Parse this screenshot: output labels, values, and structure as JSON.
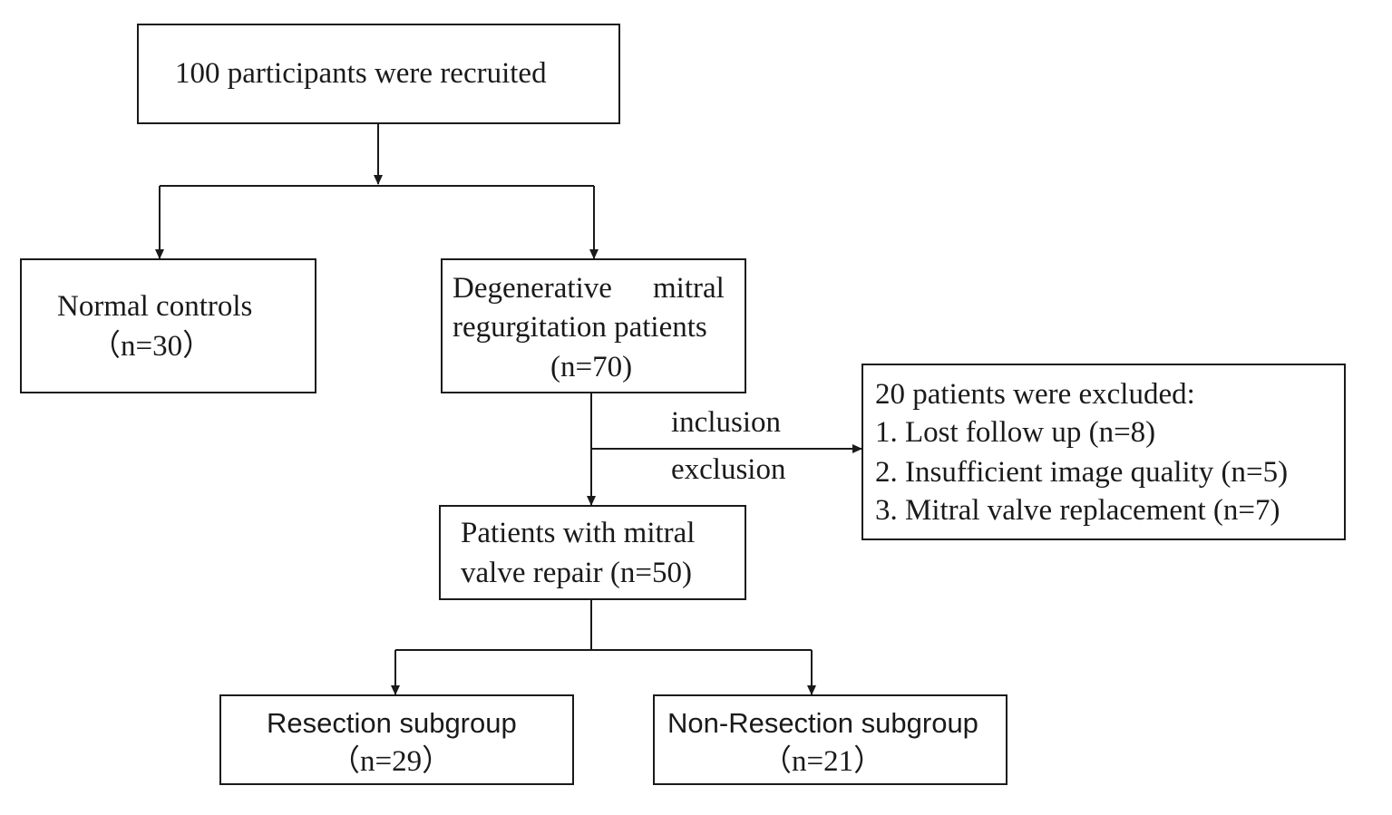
{
  "diagram": {
    "recruited": {
      "text": "100 participants were recruited"
    },
    "controls": {
      "line1": "Normal controls",
      "line2": "（n=30）"
    },
    "dmr": {
      "line1a": "Degenerative",
      "line1b": "mitral",
      "line2": "regurgitation patients",
      "line3": "(n=70)"
    },
    "excluded": {
      "title": "20 patients were excluded:",
      "items": [
        "1. Lost follow up (n=8)",
        "2. Insufficient image quality (n=5)",
        "3. Mitral valve replacement  (n=7)"
      ]
    },
    "labels": {
      "inclusion": "inclusion",
      "exclusion": "exclusion"
    },
    "repair": {
      "line1": "Patients with mitral",
      "line2": "valve repair (n=50)"
    },
    "resection": {
      "line1": "Resection subgroup",
      "line2": "（n=29）"
    },
    "nonresection": {
      "line1": "Non-Resection subgroup",
      "line2": "（n=21）"
    }
  }
}
